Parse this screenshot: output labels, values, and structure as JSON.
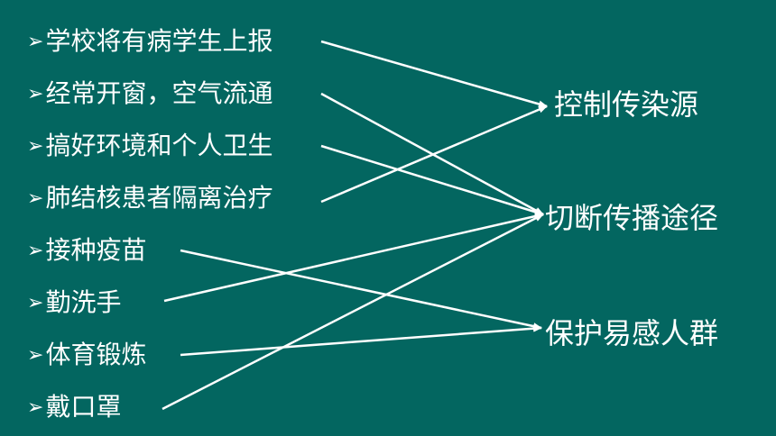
{
  "measures": [
    {
      "label": "学校将有病学生上报",
      "bullet": "➢"
    },
    {
      "label": "经常开窗，空气流通",
      "bullet": "➢"
    },
    {
      "label": "搞好环境和个人卫生",
      "bullet": "➢"
    },
    {
      "label": "肺结核患者隔离治疗",
      "bullet": "➢"
    },
    {
      "label": "接种疫苗",
      "bullet": "➢"
    },
    {
      "label": "勤洗手",
      "bullet": "➢"
    },
    {
      "label": "体育锻炼",
      "bullet": "➢"
    },
    {
      "label": "戴口罩",
      "bullet": "➢"
    }
  ],
  "categories": [
    {
      "label": "控制传染源"
    },
    {
      "label": "切断传播途径"
    },
    {
      "label": "保护易感人群"
    }
  ],
  "connections": [
    {
      "from": 0,
      "to": 0
    },
    {
      "from": 1,
      "to": 1
    },
    {
      "from": 2,
      "to": 1
    },
    {
      "from": 3,
      "to": 0
    },
    {
      "from": 4,
      "to": 2
    },
    {
      "from": 5,
      "to": 1
    },
    {
      "from": 6,
      "to": 2
    },
    {
      "from": 7,
      "to": 1
    }
  ],
  "colors": {
    "background": "#036660",
    "text": "#ffffff",
    "arrow": "#ffffff"
  }
}
